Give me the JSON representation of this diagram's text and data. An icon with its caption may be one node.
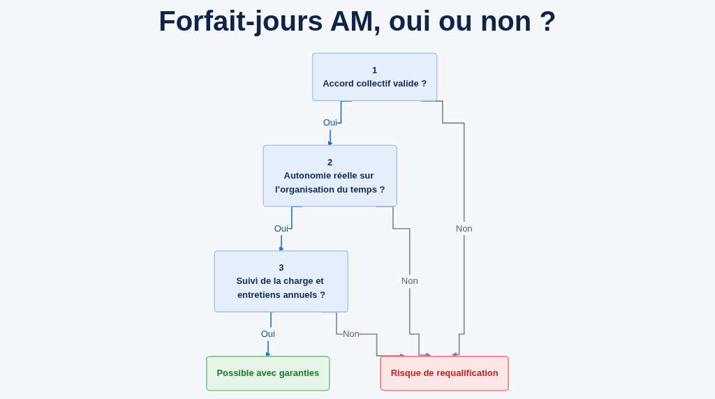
{
  "diagram": {
    "title": "Forfait-jours AM, oui ou non ?",
    "nodes": [
      {
        "text": [
          "1",
          "Accord collectif valide ?"
        ]
      },
      {
        "text": [
          "2",
          "Autonomie réelle sur l’organisation du temps ?"
        ]
      },
      {
        "text": [
          "3",
          "Suivi de la charge et entretiens annuels ?"
        ]
      },
      {
        "text": [
          "Possible avec garanties"
        ]
      },
      {
        "text": [
          "Risque de requalification"
        ]
      }
    ],
    "edges": [
      {
        "from": 0,
        "to": 1,
        "arrow": "to",
        "label": "Oui",
        "color": "#1a73d8"
      },
      {
        "from": 0,
        "to": 4,
        "arrow": "to",
        "label": "Non",
        "color": "#7b8593"
      },
      {
        "from": 1,
        "to": 2,
        "arrow": "to",
        "label": "Oui",
        "color": "#1a73d8"
      },
      {
        "from": 1,
        "to": 4,
        "arrow": "to",
        "label": "Non",
        "color": "#7b8593"
      },
      {
        "from": 2,
        "to": 3,
        "arrow": "to",
        "label": "Oui",
        "color": "#1a73d8"
      },
      {
        "from": 2,
        "to": 4,
        "arrow": "to",
        "label": "Non",
        "color": "#7b8593"
      }
    ]
  }
}
